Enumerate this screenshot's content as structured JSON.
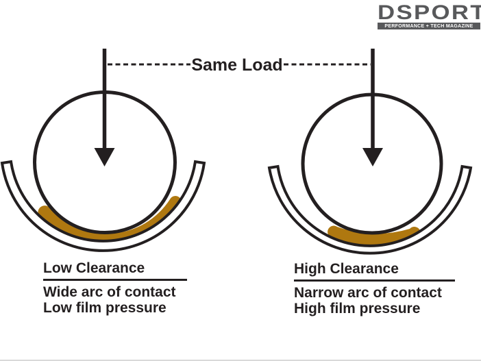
{
  "colors": {
    "ink": "#231F20",
    "oil_film": "#AF7810",
    "logo_gray": "#58595B",
    "background": "#FFFFFF"
  },
  "logo": {
    "brand": "DSPORT",
    "tagline": "PERFORMANCE + TECH MAGAZINE"
  },
  "load_annotation": {
    "label": "Same Load"
  },
  "left_diagram": {
    "clearance_title": "Low Clearance",
    "contact_line": "Wide arc of contact",
    "pressure_line": "Low film pressure"
  },
  "right_diagram": {
    "clearance_title": "High Clearance",
    "contact_line": "Narrow arc of contact",
    "pressure_line": "High film pressure"
  }
}
